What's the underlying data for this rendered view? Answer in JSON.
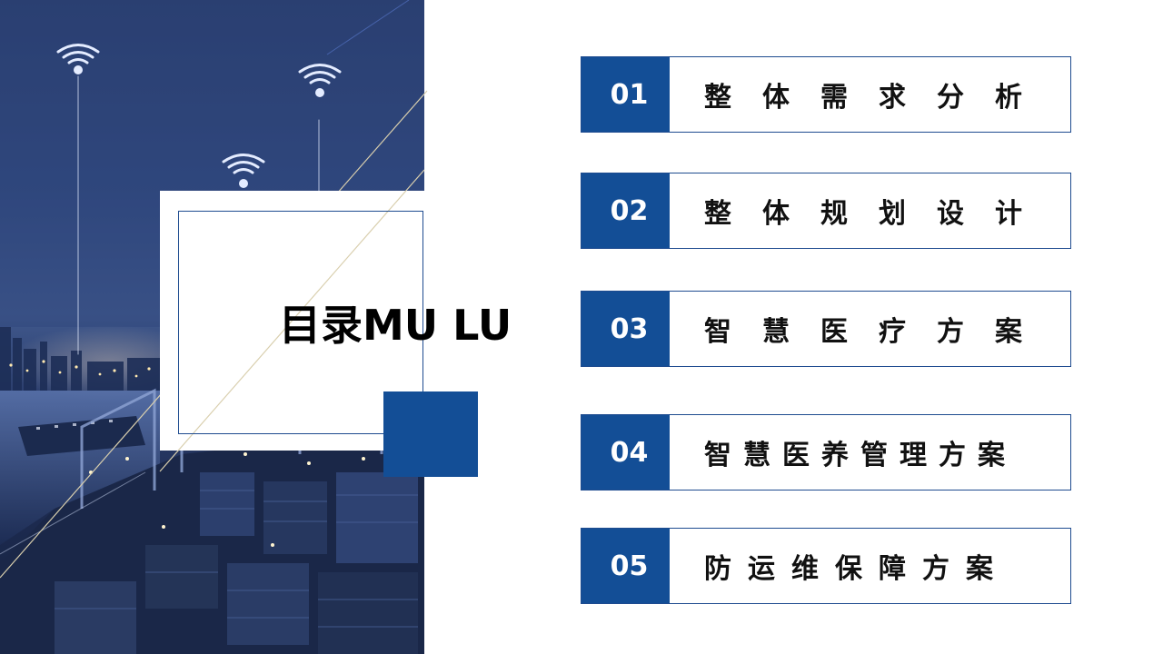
{
  "title": "目录MU LU",
  "colors": {
    "accent": "#134e96",
    "border": "#1e4b8f",
    "text": "#111111"
  },
  "photo": {
    "icons": [
      "wifi-icon",
      "wifi-icon",
      "wifi-icon"
    ]
  },
  "menu": [
    {
      "number": "01",
      "label": "整体需求分析"
    },
    {
      "number": "02",
      "label": "整体规划设计"
    },
    {
      "number": "03",
      "label": "智慧医疗方案"
    },
    {
      "number": "04",
      "label": "智慧医养管理方案"
    },
    {
      "number": "05",
      "label": "防运维保障方案"
    }
  ]
}
